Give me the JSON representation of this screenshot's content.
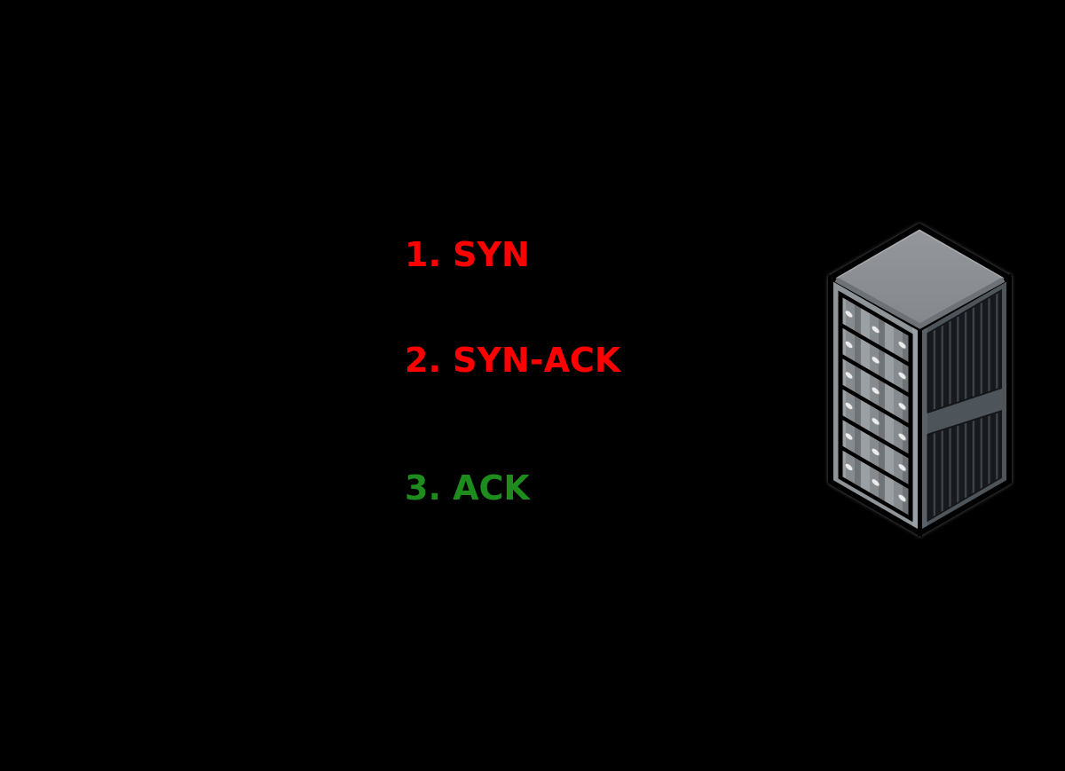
{
  "diagram": {
    "background_color": "#000000",
    "steps": [
      {
        "label": "1. SYN",
        "color": "#ff0000"
      },
      {
        "label": "2. SYN-ACK",
        "color": "#ff0000"
      },
      {
        "label": "3. ACK",
        "color": "#1d8c1d"
      }
    ],
    "icons": {
      "server_rack": "isometric-server-rack-icon"
    },
    "server_colors": {
      "top_face": "#8a8e92",
      "top_bevel_shadow": "#6e7276",
      "top_bevel_highlight": "#aeb2b6",
      "front_frame": "#8f9499",
      "front_stripe_dark": "#6f7377",
      "front_stripe_light": "#9aa0a4",
      "front_stripe_mid": "#868b8f",
      "screw_dot": "#ececec",
      "side_frame": "#4d545a",
      "side_slat": "#17191c",
      "side_slat_gap": "#3d4347",
      "outline": "#000000"
    }
  }
}
